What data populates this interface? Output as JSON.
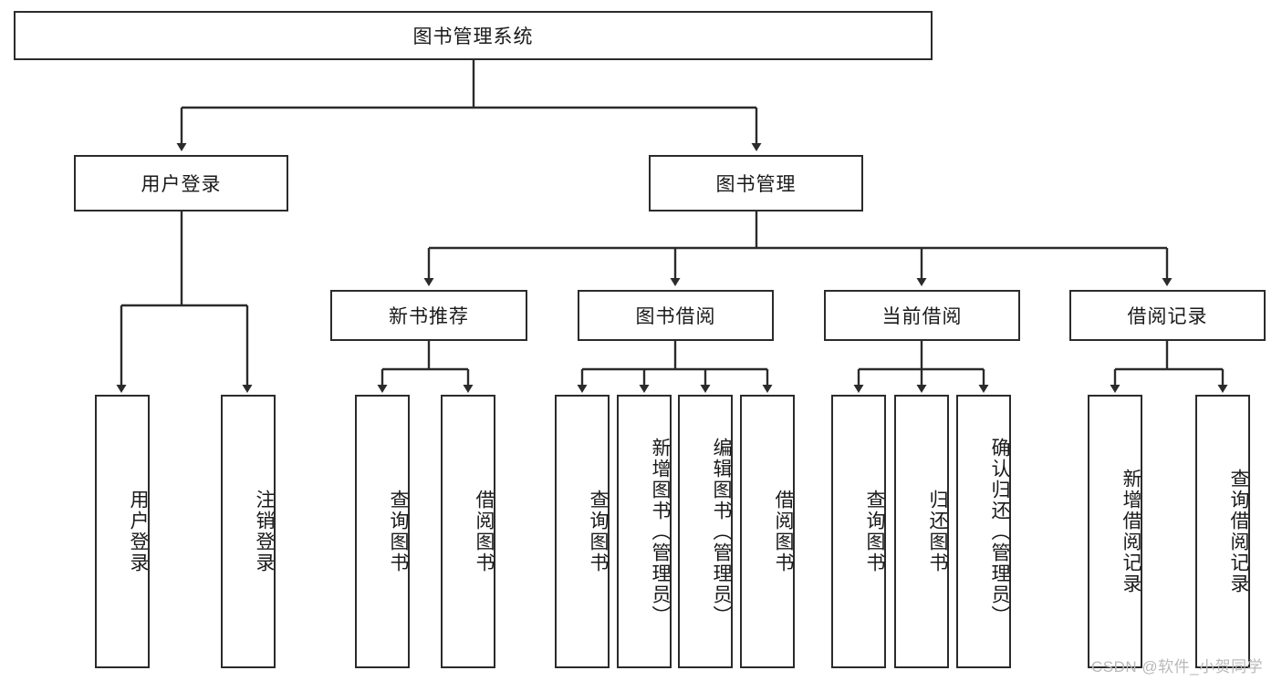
{
  "diagram": {
    "type": "hierarchy-tree",
    "title": "图书管理系统",
    "orientation": "top-down",
    "levels": 4
  },
  "root": {
    "label": "图书管理系统"
  },
  "level2": [
    {
      "label": "用户登录"
    },
    {
      "label": "图书管理"
    }
  ],
  "level3": [
    {
      "label": "新书推荐"
    },
    {
      "label": "图书借阅"
    },
    {
      "label": "当前借阅"
    },
    {
      "label": "借阅记录"
    }
  ],
  "leaves": {
    "user_login": [
      {
        "label": "用户登录"
      },
      {
        "label": "注销登录"
      }
    ],
    "new_book_recommend": [
      {
        "label": "查询图书"
      },
      {
        "label": "借阅图书"
      }
    ],
    "book_borrow": [
      {
        "label": "查询图书"
      },
      {
        "label": "新增图书（管理员）"
      },
      {
        "label": "编辑图书（管理员）"
      },
      {
        "label": "借阅图书"
      }
    ],
    "current_borrow": [
      {
        "label": "查询图书"
      },
      {
        "label": "归还图书"
      },
      {
        "label": "确认归还（管理员）"
      }
    ],
    "borrow_record": [
      {
        "label": "新增借阅记录"
      },
      {
        "label": "查询借阅记录"
      }
    ]
  },
  "watermark": {
    "text": "CSDN @软件_小贺同学"
  },
  "colors": {
    "stroke": "#2b2b2b",
    "fill": "#ffffff",
    "text": "#1a1a1a",
    "watermark": "#b9b9b9"
  }
}
